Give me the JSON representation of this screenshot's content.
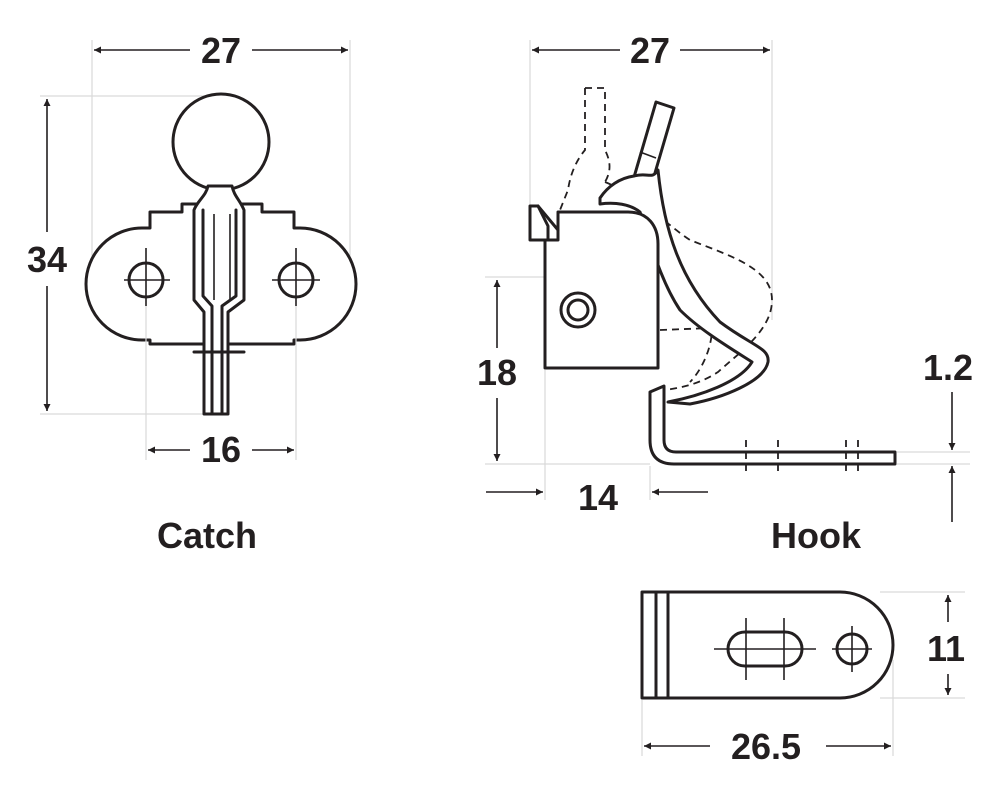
{
  "colors": {
    "ink": "#231f20",
    "extension": "#d9d9d9",
    "background": "#ffffff"
  },
  "views": {
    "catch": {
      "label": "Catch",
      "dims": {
        "width": "27",
        "height": "34",
        "hole_spacing": "16"
      }
    },
    "hook_side": {
      "label": "Hook",
      "dims": {
        "width": "27",
        "height": "18",
        "offset": "14",
        "thickness": "1.2"
      }
    },
    "hook_plate": {
      "dims": {
        "length": "26.5",
        "width": "11"
      }
    }
  }
}
